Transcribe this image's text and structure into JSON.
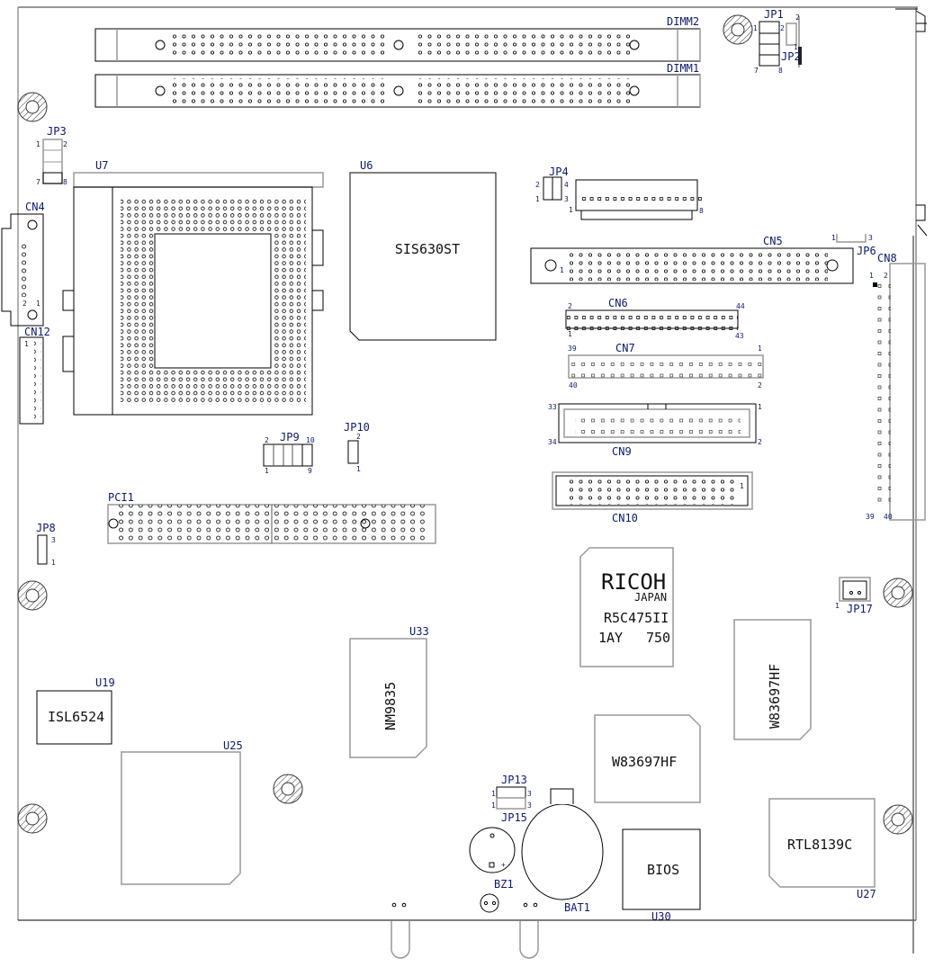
{
  "board": {
    "memory": {
      "dimm2": "DIMM2",
      "dimm1": "DIMM1"
    },
    "jumpers": {
      "jp1": {
        "name": "JP1",
        "pins": [
          "1",
          "2",
          "7",
          "8"
        ]
      },
      "jp2": {
        "name": "JP2",
        "pins": [
          "2",
          "1"
        ]
      },
      "jp3": {
        "name": "JP3",
        "pins": [
          "1",
          "2",
          "7",
          "8"
        ]
      },
      "jp4": {
        "name": "JP4",
        "pins": [
          "2",
          "4",
          "1",
          "3"
        ]
      },
      "jp6": {
        "name": "JP6",
        "pins": [
          "1",
          "3"
        ]
      },
      "jp8": {
        "name": "JP8",
        "pins": [
          "3",
          "1"
        ]
      },
      "jp9": {
        "name": "JP9",
        "pins": [
          "2",
          "10",
          "1",
          "9"
        ]
      },
      "jp10": {
        "name": "JP10",
        "pins": [
          "2",
          "1"
        ]
      },
      "jp13": {
        "name": "JP13",
        "pins": [
          "1",
          "3"
        ]
      },
      "jp15": {
        "name": "JP15",
        "pins": [
          "1",
          "3"
        ]
      },
      "jp17": {
        "name": "JP17",
        "pins": [
          "1"
        ]
      }
    },
    "connectors": {
      "cn4": {
        "name": "CN4",
        "pins": [
          "2",
          "1"
        ]
      },
      "cn5": {
        "name": "CN5",
        "pins": [
          "1"
        ]
      },
      "cn6": {
        "name": "CN6",
        "pins": [
          "2",
          "44",
          "1",
          "43"
        ]
      },
      "cn7": {
        "name": "CN7",
        "pins": [
          "39",
          "1",
          "40",
          "2"
        ]
      },
      "cn8": {
        "name": "CN8",
        "pins": [
          "1",
          "2",
          "39",
          "40"
        ]
      },
      "cn9": {
        "name": "CN9",
        "pins": [
          "33",
          "1",
          "34",
          "2"
        ]
      },
      "cn10": {
        "name": "CN10",
        "pins": [
          "1"
        ]
      },
      "cn12": {
        "name": "CN12",
        "pins": [
          "1"
        ]
      },
      "fan8": {
        "pins": [
          "1",
          "8"
        ]
      },
      "pci1": "PCI1"
    },
    "chips": {
      "u7": "U7",
      "u6": {
        "ref": "U6",
        "marking": "SIS630ST"
      },
      "ricoh": {
        "brand": "RICOH",
        "origin": "JAPAN",
        "part": "R5C475II",
        "code1": "1AY",
        "code2": "750"
      },
      "w83697_v": "W83697HF",
      "w83697_h": "W83697HF",
      "u33": {
        "ref": "U33",
        "marking": "NM9835"
      },
      "u19": {
        "ref": "U19",
        "marking": "ISL6524"
      },
      "u25": "U25",
      "u30": {
        "ref": "U30",
        "marking": "BIOS"
      },
      "u27": {
        "ref": "U27",
        "marking": "RTL8139C"
      }
    },
    "misc": {
      "bz1": "BZ1",
      "bz1_plus": "+",
      "bat1": "BAT1"
    }
  }
}
